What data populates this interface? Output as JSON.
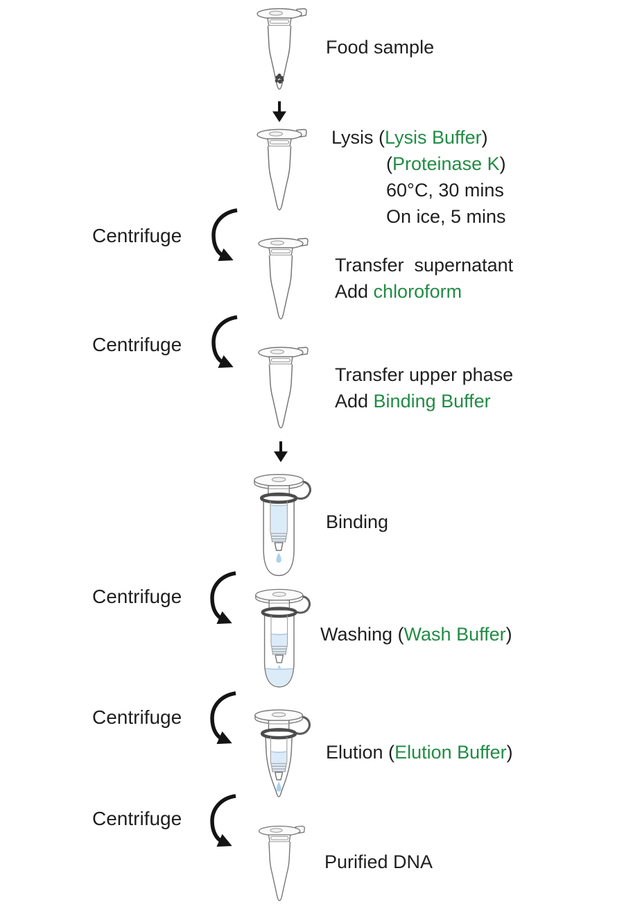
{
  "colors": {
    "text": "#1f1f1f",
    "accent_green": "#218c44",
    "liquid_blue": "#dcebf8",
    "drop_blue": "#a8d2f0",
    "outline_gray": "#767676",
    "ring_gray": "#4c4c4c",
    "arrow_black": "#141414"
  },
  "labels": {
    "centrifuge": "Centrifuge"
  },
  "steps": {
    "food_sample": {
      "label": "Food sample"
    },
    "lysis": {
      "l1_black": "Lysis (",
      "l1_green": "Lysis Buffer",
      "l1_end": ")",
      "l2_open": "(",
      "l2_green": "Proteinase K",
      "l2_end": ")",
      "l3": "60°C, 30 mins",
      "l4": "On ice, 5 mins"
    },
    "transfer_supernatant": {
      "line1": "Transfer  supernatant",
      "add": "Add ",
      "reagent": "chloroform"
    },
    "transfer_upper_phase": {
      "line1": "Transfer upper phase",
      "add": "Add ",
      "reagent": "Binding Buffer"
    },
    "binding": {
      "label": "Binding"
    },
    "washing": {
      "prefix": "Washing (",
      "reagent": "Wash Buffer",
      "suffix": ")"
    },
    "elution": {
      "prefix": "Elution (",
      "reagent": "Elution Buffer",
      "suffix": ")"
    },
    "purified_dna": {
      "label": "Purified DNA"
    }
  }
}
